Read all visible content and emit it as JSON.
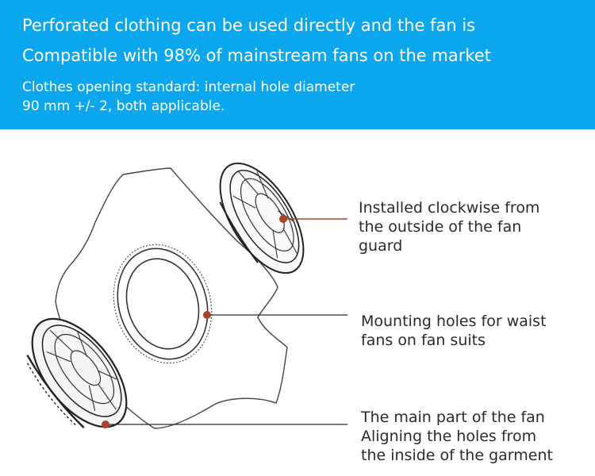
{
  "banner": {
    "line1": "Perforated clothing can be used directly and the fan is",
    "line2": "Compatible with 98% of mainstream fans on the market",
    "line3": "Clothes opening standard: internal hole diameter",
    "line4": "90 mm +/- 2, both applicable."
  },
  "callouts": [
    {
      "lines": [
        "Installed clockwise from",
        "the outside of the fan",
        "guard"
      ]
    },
    {
      "lines": [
        "Mounting holes for waist",
        "fans on fan suits"
      ]
    },
    {
      "lines": [
        "The main part of the fan",
        "Aligning the holes from",
        "the inside of the garment"
      ]
    }
  ],
  "colors": {
    "banner": "#0aa7ee",
    "accent": "#a8432c",
    "line": "#2b2b2b"
  }
}
